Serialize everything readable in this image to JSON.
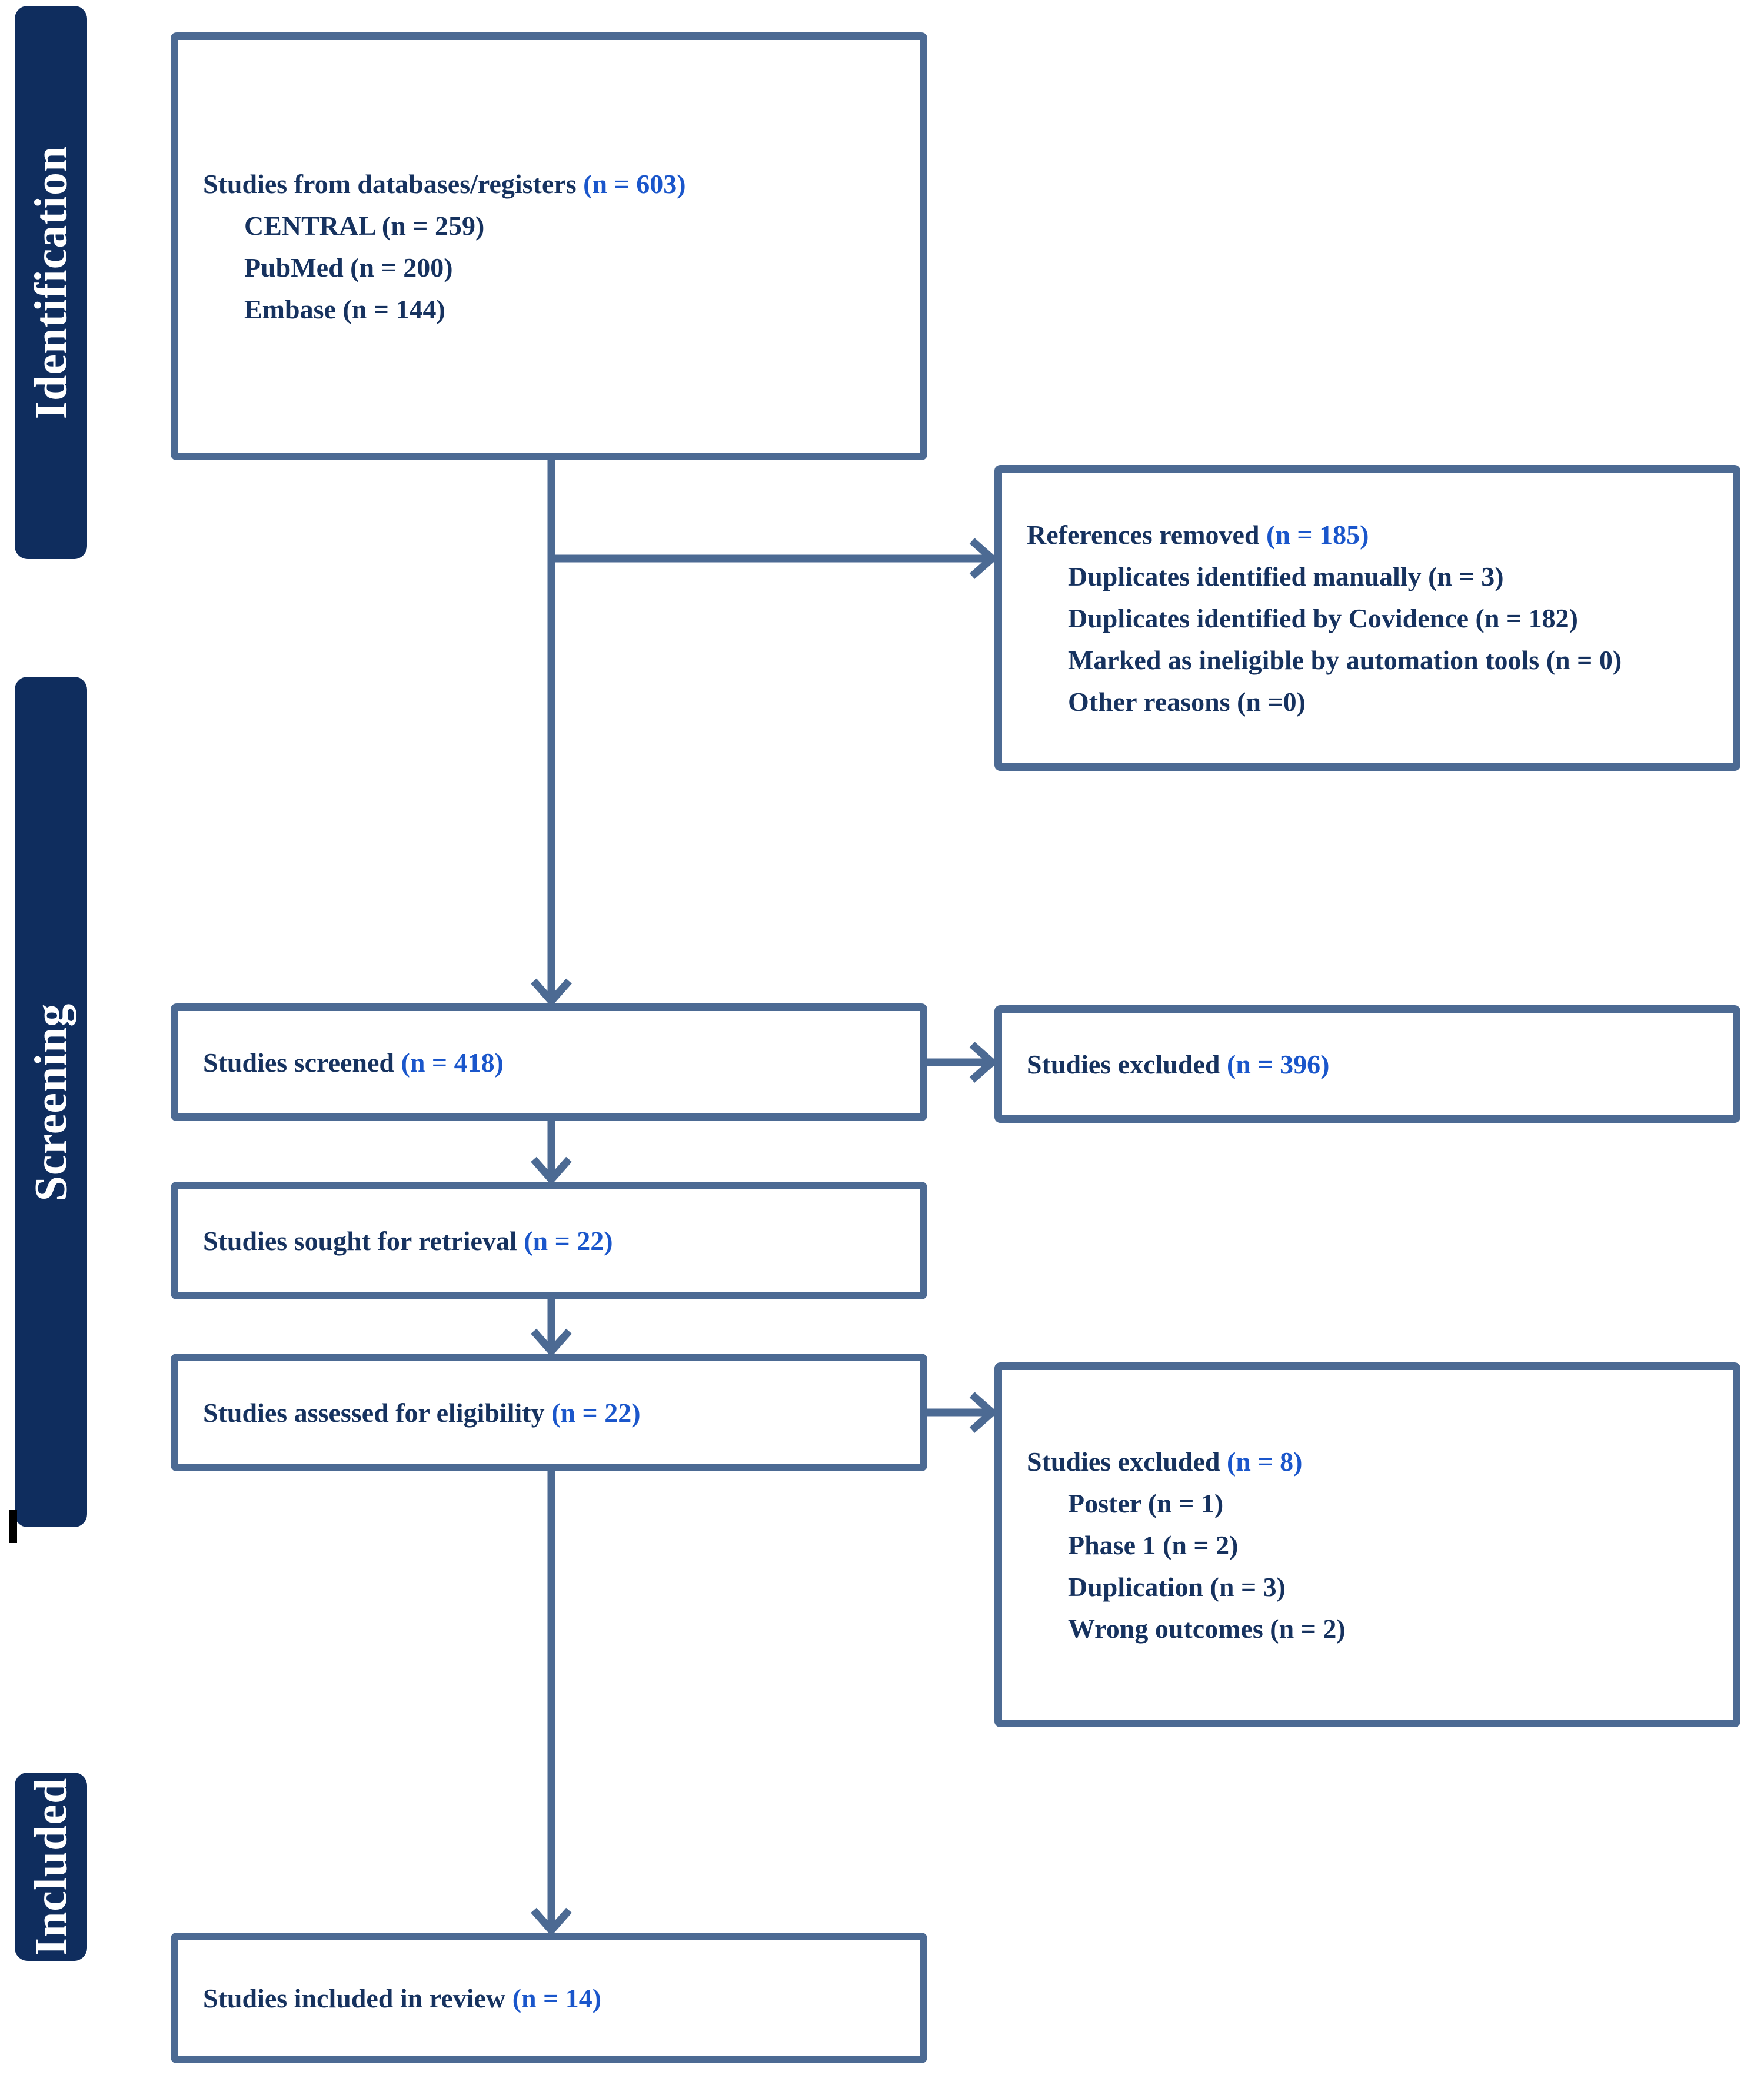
{
  "colors": {
    "text": "#16325F",
    "count": "#1A56CB",
    "border": "#4C6A93",
    "sidebar_bg": "#0F2D5E",
    "sidebar_text": "#FFFFFF"
  },
  "sidebar": {
    "identification": "Identification",
    "screening": "Screening",
    "included": "Included"
  },
  "boxes": {
    "databases": {
      "title": "Studies from databases/registers",
      "count": "(n = 603)",
      "items": [
        "CENTRAL (n = 259)",
        "PubMed (n = 200)",
        "Embase (n = 144)"
      ]
    },
    "references_removed": {
      "title": "References removed",
      "count": "(n = 185)",
      "items": [
        "Duplicates identified manually (n = 3)",
        "Duplicates identified by Covidence (n = 182)",
        "Marked as ineligible by automation tools (n = 0)",
        "Other reasons (n =0)"
      ]
    },
    "screened": {
      "title": "Studies screened",
      "count": "(n = 418)"
    },
    "excluded_screening": {
      "title": "Studies excluded",
      "count": "(n = 396)"
    },
    "sought": {
      "title": "Studies sought for retrieval",
      "count": "(n = 22)"
    },
    "assessed": {
      "title": "Studies assessed for eligibility",
      "count": "(n = 22)"
    },
    "excluded_eligibility": {
      "title": "Studies excluded",
      "count": "(n = 8)",
      "items": [
        "Poster (n = 1)",
        "Phase 1 (n = 2)",
        "Duplication (n = 3)",
        "Wrong outcomes (n = 2)"
      ]
    },
    "included": {
      "title": "Studies included in review",
      "count": "(n = 14)"
    }
  }
}
